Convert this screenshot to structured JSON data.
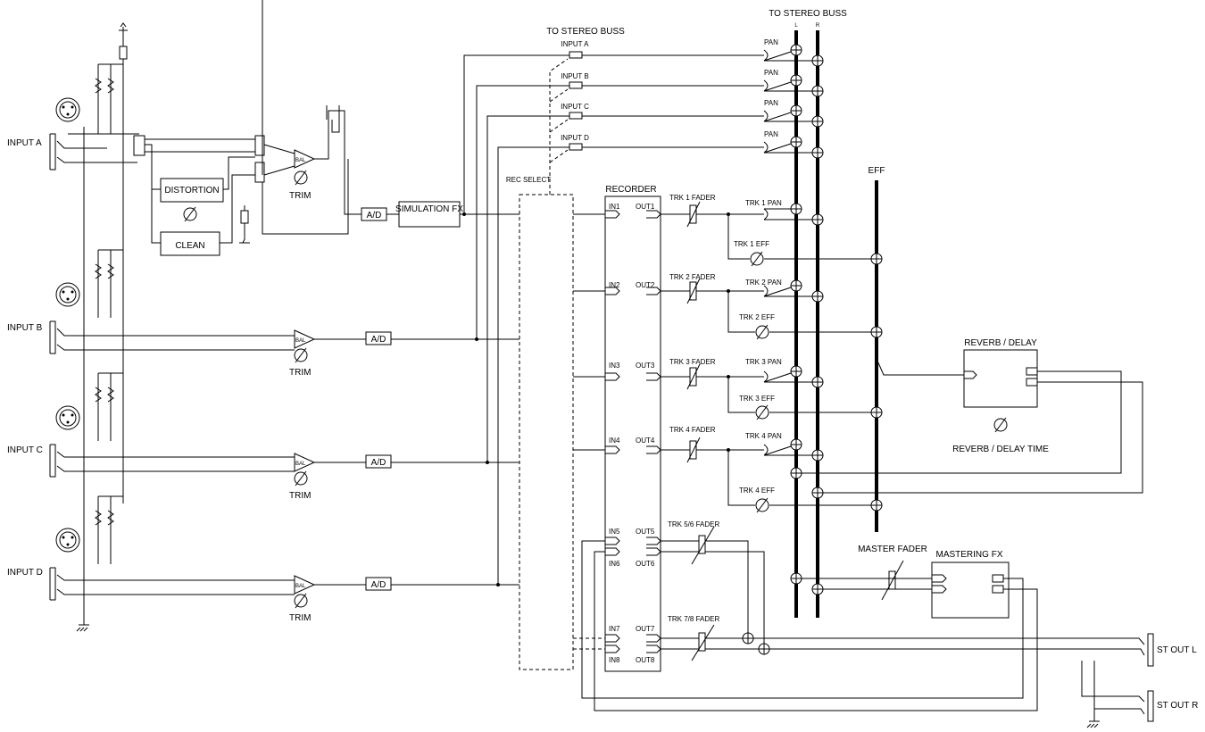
{
  "labels": {
    "to_stereo_buss": "TO STEREO BUSS",
    "bus_l": "L",
    "bus_r": "R",
    "eff": "EFF",
    "recorder": "RECORDER",
    "rec_select": "REC SELECT",
    "distortion": "DISTORTION",
    "clean": "CLEAN",
    "simulation_fx": "SIMULATION FX",
    "ad": "A/D",
    "trim": "TRIM",
    "bal": "BAL",
    "pan": "PAN",
    "reverb_delay": "REVERB / DELAY",
    "reverb_delay_time": "REVERB / DELAY TIME",
    "master_fader": "MASTER FADER",
    "mastering_fx": "MASTERING FX",
    "st_out_l": "ST OUT L",
    "st_out_r": "ST OUT R",
    "trk56_fader": "TRK 5/6 FADER",
    "trk78_fader": "TRK 7/8 FADER"
  },
  "inputs": [
    "INPUT A",
    "INPUT B",
    "INPUT C",
    "INPUT D"
  ],
  "tracks": [
    {
      "in": "IN1",
      "out": "OUT1",
      "fader": "TRK 1 FADER",
      "pan": "TRK 1 PAN",
      "eff": "TRK 1 EFF"
    },
    {
      "in": "IN2",
      "out": "OUT2",
      "fader": "TRK 2 FADER",
      "pan": "TRK 2 PAN",
      "eff": "TRK 2 EFF"
    },
    {
      "in": "IN3",
      "out": "OUT3",
      "fader": "TRK 3 FADER",
      "pan": "TRK 3 PAN",
      "eff": "TRK 3 EFF"
    },
    {
      "in": "IN4",
      "out": "OUT4",
      "fader": "TRK 4 FADER",
      "pan": "TRK 4 PAN",
      "eff": "TRK 4 EFF"
    }
  ],
  "recorder_ports": {
    "in5": "IN5",
    "in6": "IN6",
    "in7": "IN7",
    "in8": "IN8",
    "out5": "OUT5",
    "out6": "OUT6",
    "out7": "OUT7",
    "out8": "OUT8"
  }
}
